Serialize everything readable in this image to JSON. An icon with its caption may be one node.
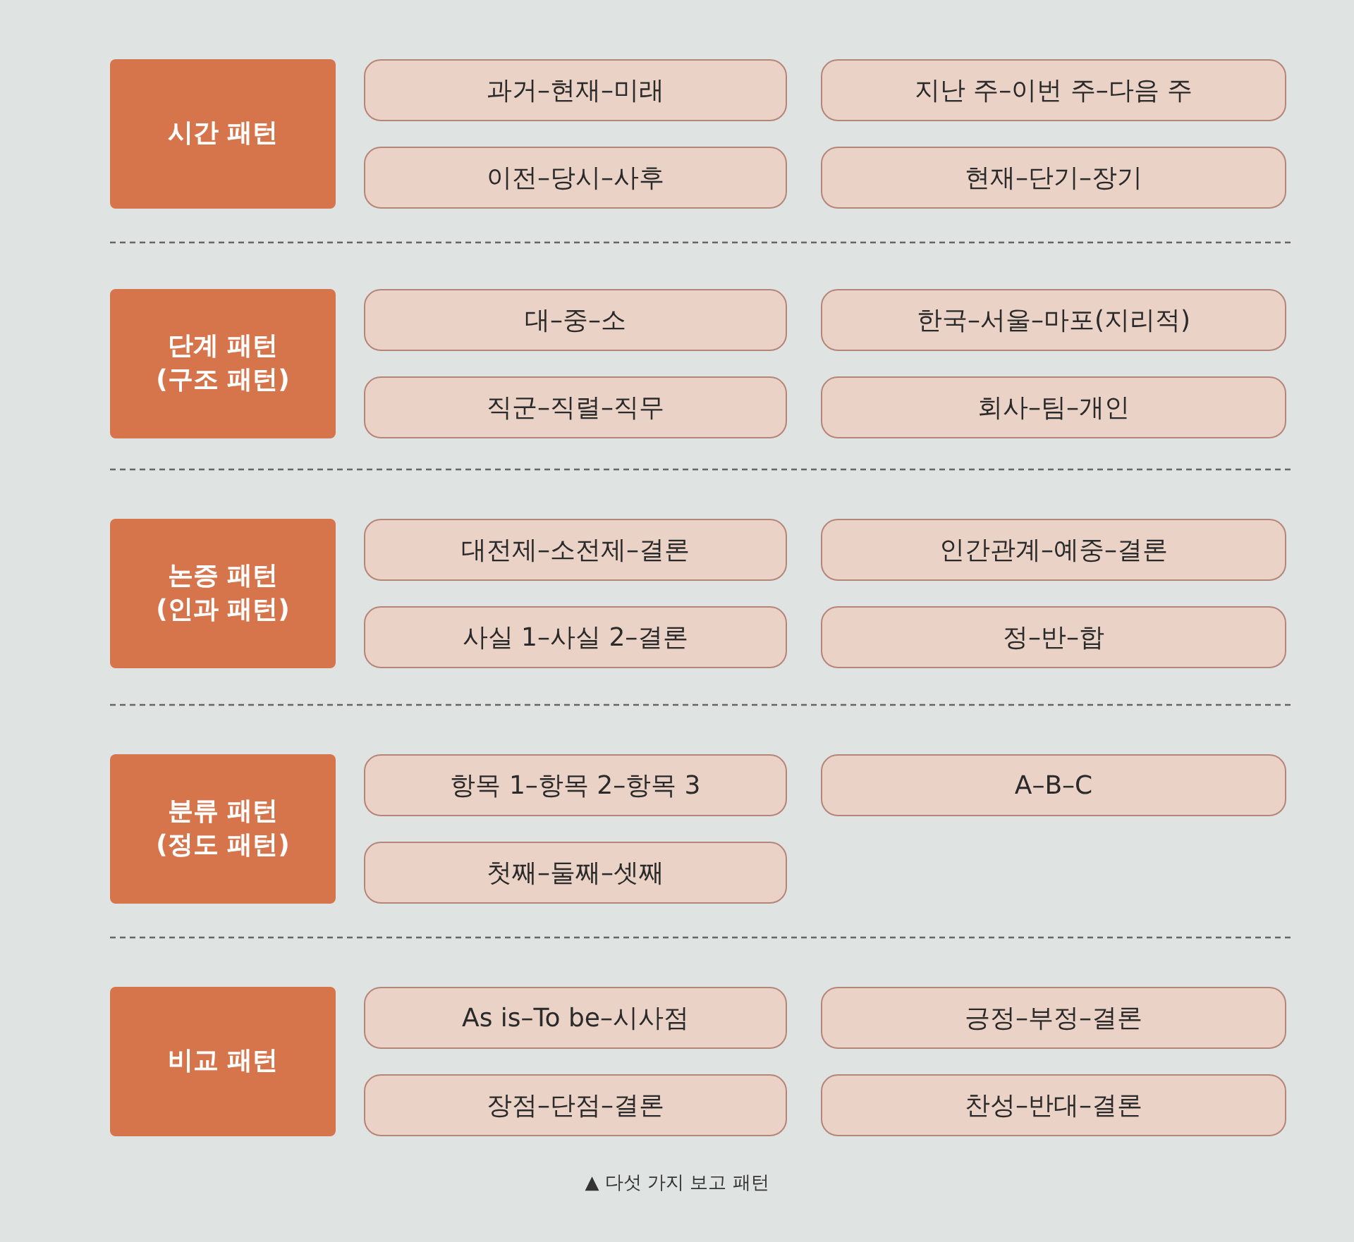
{
  "diagram": {
    "caption": "▲ 다섯 가지 보고 패턴",
    "nodes": [
      {
        "text": [
          "시간 패턴"
        ]
      },
      {
        "text": [
          "과거–현재–미래"
        ]
      },
      {
        "text": [
          "지난 주–이번 주–다음 주"
        ]
      },
      {
        "text": [
          "이전–당시–사후"
        ]
      },
      {
        "text": [
          "현재–단기–장기"
        ]
      },
      {
        "text": [
          "단계 패턴 (구조 패턴)"
        ]
      },
      {
        "text": [
          "대–중–소"
        ]
      },
      {
        "text": [
          "한국–서울–마포(지리적)"
        ]
      },
      {
        "text": [
          "직군–직렬–직무"
        ]
      },
      {
        "text": [
          "회사–팀–개인"
        ]
      },
      {
        "text": [
          "논증 패턴 (인과 패턴)"
        ]
      },
      {
        "text": [
          "대전제–소전제–결론"
        ]
      },
      {
        "text": [
          "인간관계–예중–결론"
        ]
      },
      {
        "text": [
          "사실 1–사실 2–결론"
        ]
      },
      {
        "text": [
          "정–반–합"
        ]
      },
      {
        "text": [
          "분류 패턴 (정도 패턴)"
        ]
      },
      {
        "text": [
          "항목 1–항목 2–항목 3"
        ]
      },
      {
        "text": [
          "A–B–C"
        ]
      },
      {
        "text": [
          "첫째–둘째–셋째"
        ]
      },
      {
        "text": [
          "비교 패턴"
        ]
      },
      {
        "text": [
          "As is–To be–시사점"
        ]
      },
      {
        "text": [
          "긍정–부정–결론"
        ]
      },
      {
        "text": [
          "장점–단점–결론"
        ]
      },
      {
        "text": [
          "찬성–반대–결론"
        ]
      }
    ]
  }
}
